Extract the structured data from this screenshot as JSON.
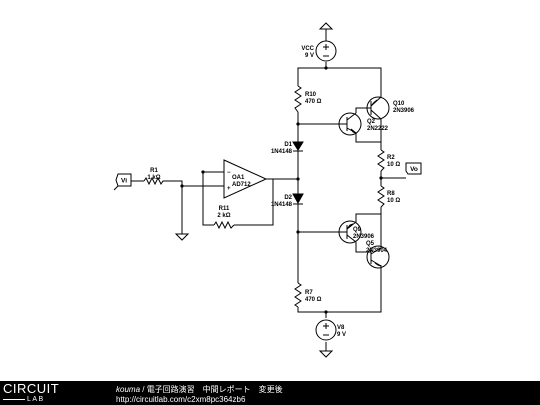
{
  "components": {
    "vcc": {
      "name": "VCC",
      "value": "9 V"
    },
    "vee": {
      "name": "V8",
      "value": "9 V"
    },
    "r10": {
      "name": "R10",
      "value": "470 Ω"
    },
    "r7": {
      "name": "R7",
      "value": "470 Ω"
    },
    "r2": {
      "name": "R2",
      "value": "10 Ω"
    },
    "r8": {
      "name": "R8",
      "value": "10 Ω"
    },
    "r1": {
      "name": "R1",
      "value": "1 kΩ"
    },
    "r11": {
      "name": "R11",
      "value": "2 kΩ"
    },
    "d1": {
      "name": "D1",
      "value": "1N4148"
    },
    "d2": {
      "name": "D2",
      "value": "1N4148"
    },
    "q10": {
      "name": "Q10",
      "value": "2N3906"
    },
    "q2": {
      "name": "Q2",
      "value": "2N2222"
    },
    "q9": {
      "name": "Q9",
      "value": "2N3906"
    },
    "q5": {
      "name": "Q5",
      "value": "2N3904"
    },
    "oa1": {
      "name": "OA1",
      "value": "AD712",
      "minus": "−",
      "plus": "+"
    }
  },
  "ports": {
    "input": "Vi",
    "output": "Vo"
  },
  "footer": {
    "logo_top": "CIRCUIT",
    "logo_bottom": "LAB",
    "author": "kouma",
    "separator": " / ",
    "title": "電子回路演習　中間レポート　変更後",
    "url": "http://circuitlab.com/c2xm8pc364zb6"
  }
}
